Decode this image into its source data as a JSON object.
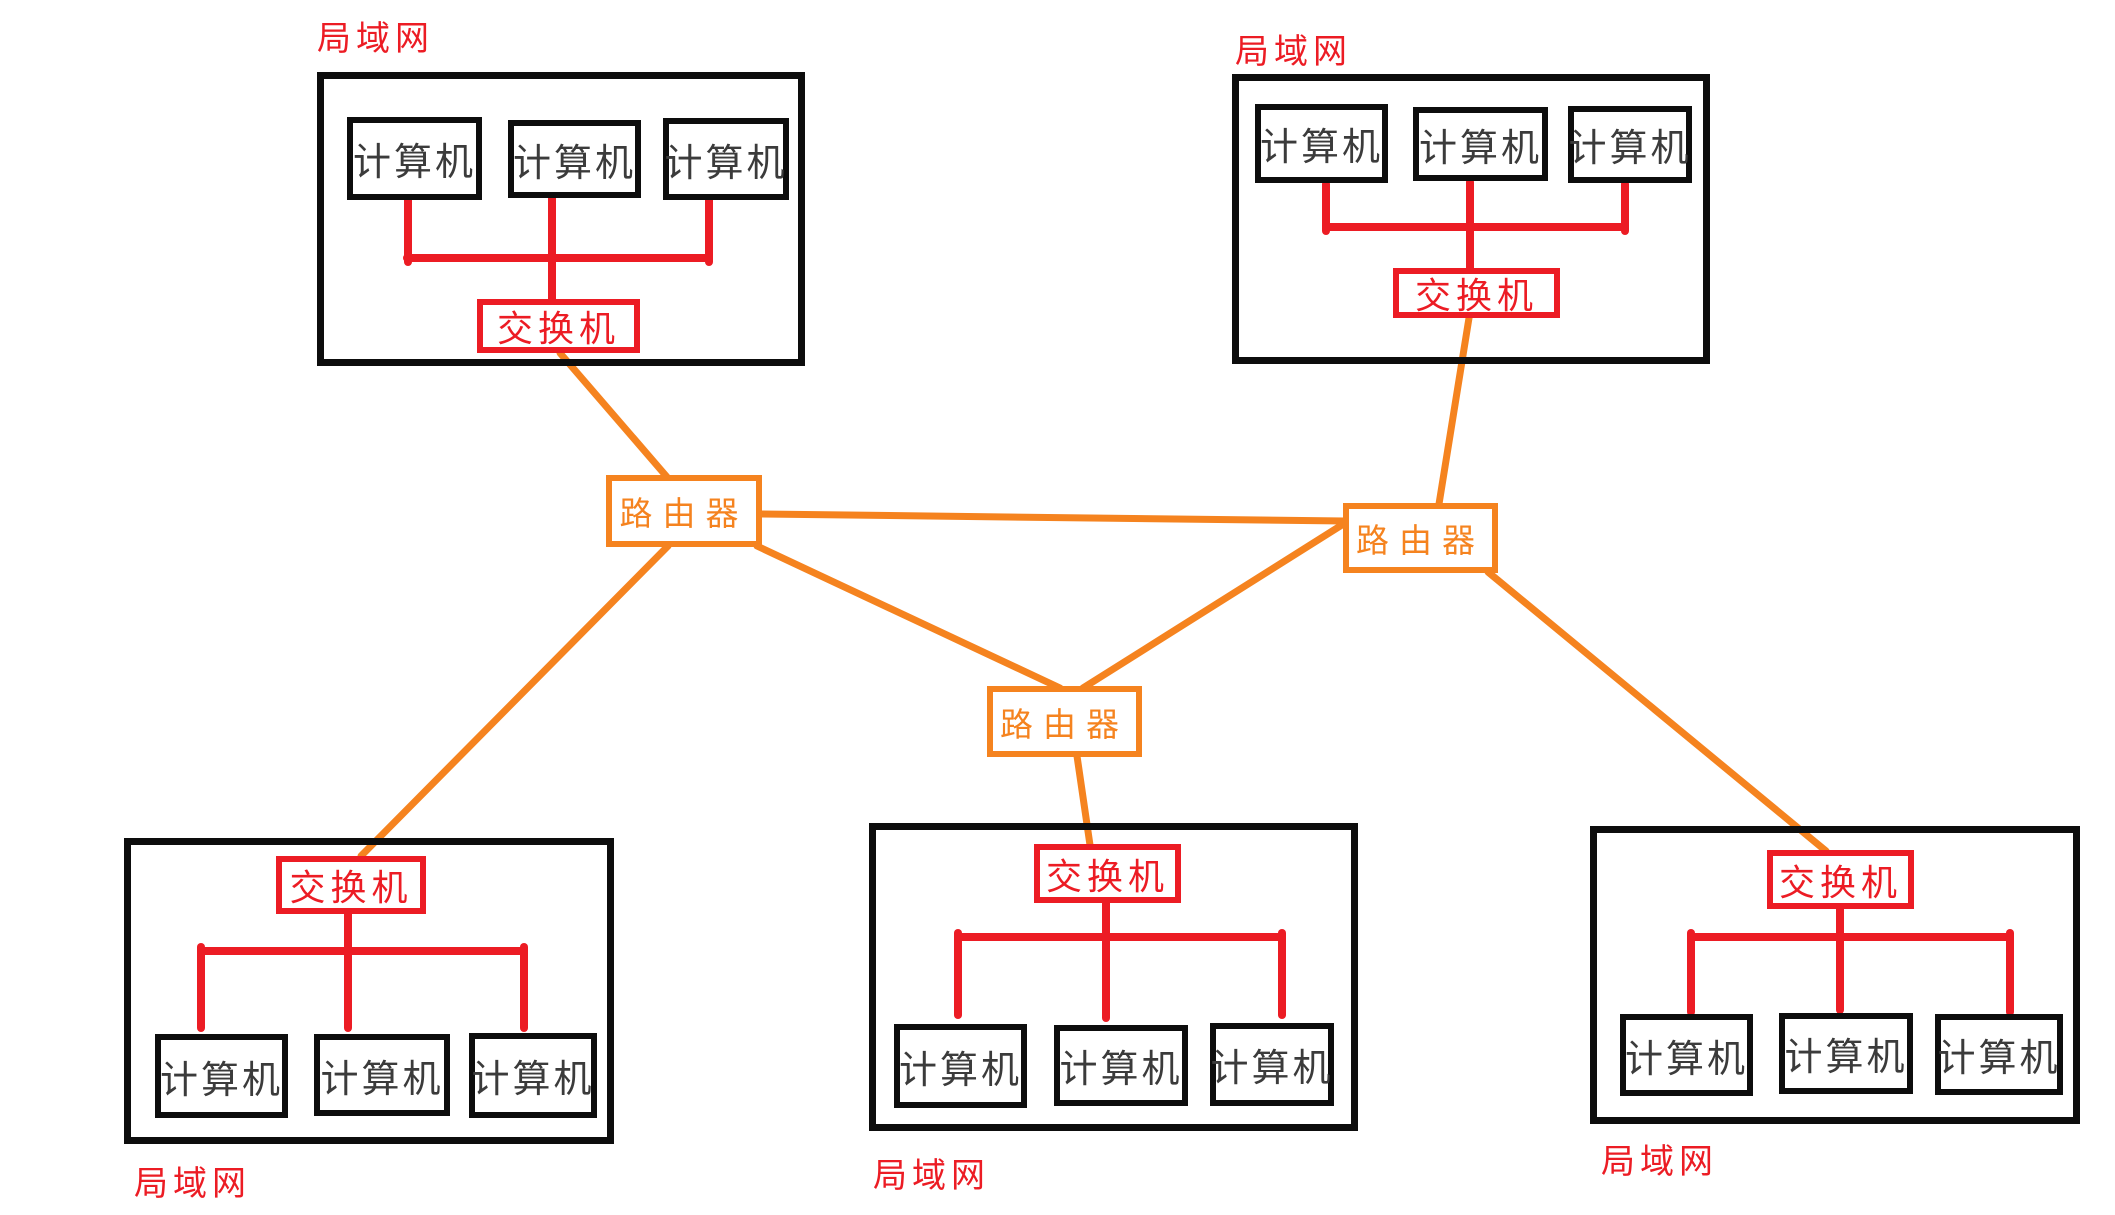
{
  "colors": {
    "lan_red": "#ec1c24",
    "router_orange": "#f5831f",
    "border_black": "#0d0d0d",
    "computer_text": "#3b3b3b",
    "canvas_bg": "#ffffff"
  },
  "lans": [
    {
      "position": "top-left",
      "label": "局域网",
      "switch_label": "交换机",
      "computers": [
        "计算机",
        "计算机",
        "计算机"
      ]
    },
    {
      "position": "top-right",
      "label": "局域网",
      "switch_label": "交换机",
      "computers": [
        "计算机",
        "计算机",
        "计算机"
      ]
    },
    {
      "position": "bottom-left",
      "label": "局域网",
      "switch_label": "交换机",
      "computers": [
        "计算机",
        "计算机",
        "计算机"
      ]
    },
    {
      "position": "bottom-center",
      "label": "局域网",
      "switch_label": "交换机",
      "computers": [
        "计算机",
        "计算机",
        "计算机"
      ]
    },
    {
      "position": "bottom-right",
      "label": "局域网",
      "switch_label": "交换机",
      "computers": [
        "计算机",
        "计算机",
        "计算机"
      ]
    }
  ],
  "routers": [
    {
      "position": "left",
      "label": "路由器"
    },
    {
      "position": "right",
      "label": "路由器"
    },
    {
      "position": "center",
      "label": "路由器"
    }
  ]
}
